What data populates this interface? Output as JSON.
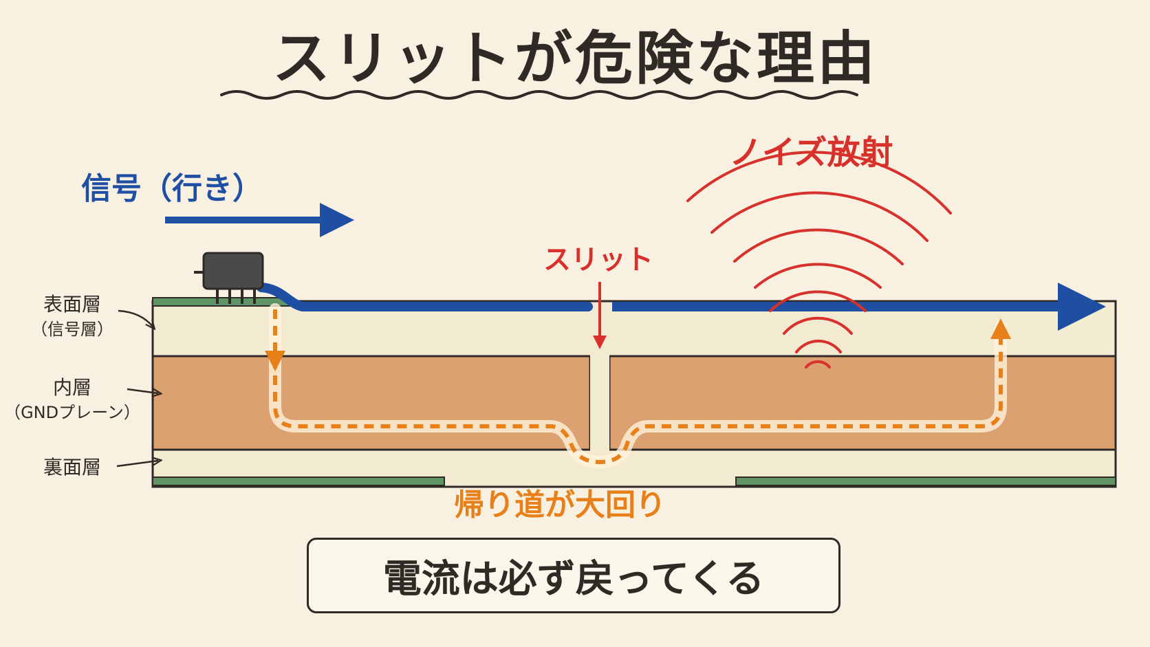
{
  "title": "スリットが危険な理由",
  "labels": {
    "signal": "信号（行き）",
    "noise": "ノイズ放射",
    "slit": "スリット",
    "return_path": "帰り道が大回り"
  },
  "layers": [
    {
      "name": "表面層",
      "sub": "（信号層）"
    },
    {
      "name": "内層",
      "sub": "（GNDプレーン）"
    },
    {
      "name": "裏面層",
      "sub": ""
    }
  ],
  "conclusion": "電流は必ず戻ってくる",
  "colors": {
    "background": "#f8f1e2",
    "signal": "#1f4fa3",
    "noise": "#d8302b",
    "return_path": "#e8801a",
    "gnd_plane": "#dba170",
    "substrate": "#f3ead2",
    "copper_green": "#5f9566"
  }
}
